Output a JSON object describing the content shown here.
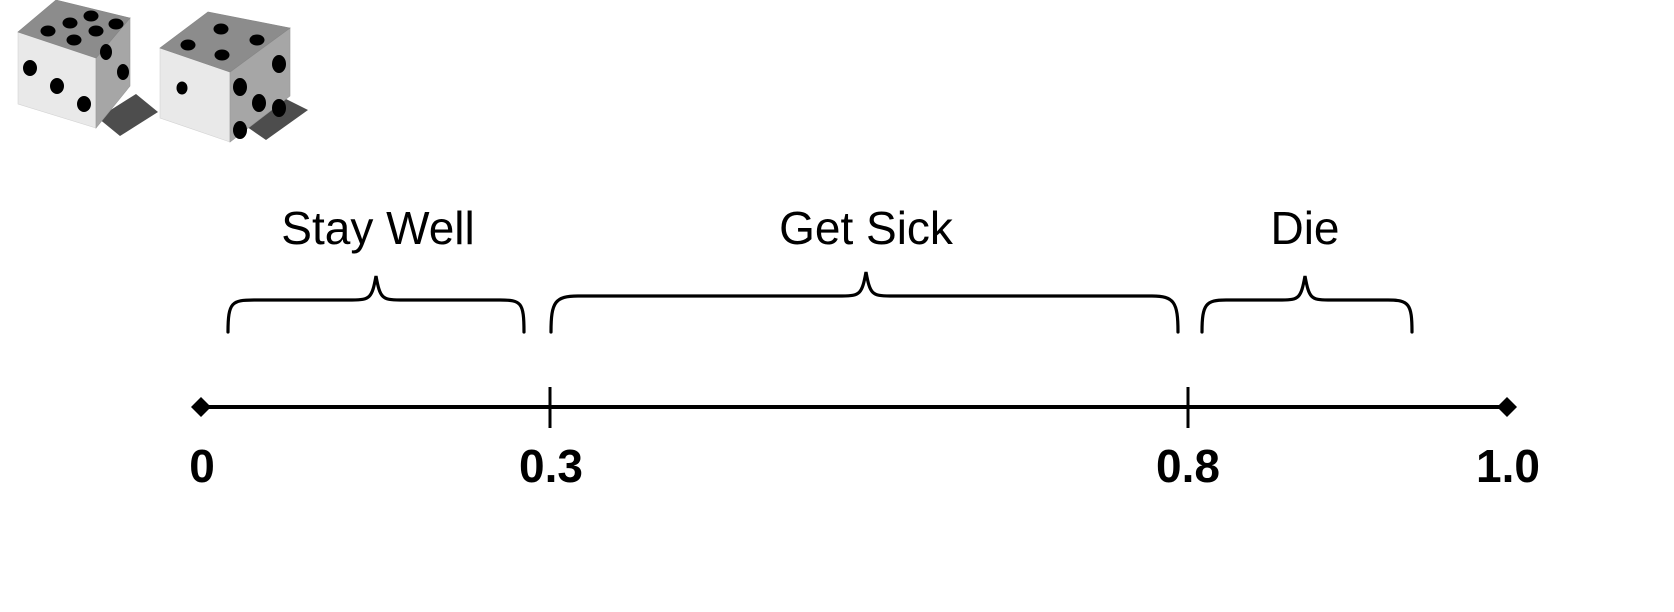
{
  "figure": {
    "type": "number-line",
    "background_color": "#ffffff",
    "line_color": "#000000"
  },
  "dice": {
    "name": "pair-of-dice-illustration",
    "count": 2,
    "body_color": "#e8e8e8",
    "top_face_color": "#8c8c8c",
    "right_face_color": "#a8a8a8",
    "pip_color": "#000000",
    "shadow_color": "#4d4d4d",
    "items": [
      {
        "label": "die-left",
        "top_pips": 6,
        "left_pips": 3,
        "right_pips": 2
      },
      {
        "label": "die-right",
        "top_pips": 4,
        "left_pips": 1,
        "right_pips": 5
      }
    ]
  },
  "number_line": {
    "start_value": 0,
    "end_value": 1.0,
    "start_marker": "diamond",
    "end_marker": "diamond",
    "ticks": [
      {
        "value": 0,
        "label": "0",
        "has_tick_mark": false
      },
      {
        "value": 0.3,
        "label": "0.3",
        "has_tick_mark": true
      },
      {
        "value": 0.8,
        "label": "0.8",
        "has_tick_mark": true
      },
      {
        "value": 1.0,
        "label": "1.0",
        "has_tick_mark": false
      }
    ]
  },
  "segments": [
    {
      "label": "Stay Well",
      "from": 0,
      "to": 0.3,
      "probability": 0.3
    },
    {
      "label": "Get Sick",
      "from": 0.3,
      "to": 0.8,
      "probability": 0.5
    },
    {
      "label": "Die",
      "from": 0.8,
      "to": 1.0,
      "probability": 0.2
    }
  ],
  "chart_data": {
    "type": "bar",
    "title": "",
    "xlabel": "",
    "ylabel": "",
    "categories": [
      "Stay Well",
      "Get Sick",
      "Die"
    ],
    "values": [
      0.3,
      0.5,
      0.2
    ],
    "xlim": [
      0,
      1.0
    ],
    "tick_labels": [
      "0",
      "0.3",
      "0.8",
      "1.0"
    ],
    "tick_values": [
      0,
      0.3,
      0.8,
      1.0
    ],
    "grid": false,
    "legend": "none"
  }
}
